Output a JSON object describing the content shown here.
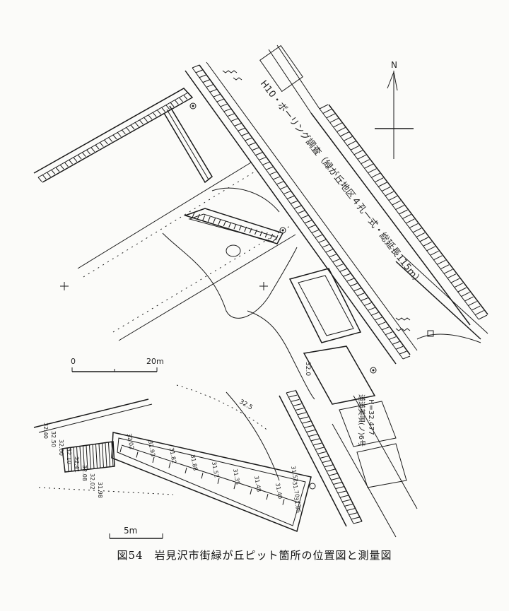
{
  "figure": {
    "caption": "図54　岩見沢市街緑が丘ピット箇所の位置図と測量図"
  },
  "site_plan": {
    "survey_note": "H10・ボーリング調査（緑が丘地区４孔一式・総延長115m）",
    "north_label": "N",
    "scale_start": "0",
    "scale_end": "20m"
  },
  "detail_plan": {
    "scale_label": "5m",
    "elevations_left": [
      "32.40",
      "32.50",
      "32.00",
      "32.10",
      "32.41",
      "32.08",
      "32.02",
      "31.98"
    ],
    "elevations_pit": [
      "32.02",
      "31.93",
      "31.82",
      "31.88",
      "31.52",
      "31.35",
      "31.48",
      "31.40"
    ],
    "elevations_right": [
      "31.52",
      "31.70",
      "31.85"
    ],
    "road_label_1": "道道美唄(ノ)6号",
    "road_label_2": "H=32.477",
    "road_contour": "32.0",
    "contour_label": "32.5"
  }
}
